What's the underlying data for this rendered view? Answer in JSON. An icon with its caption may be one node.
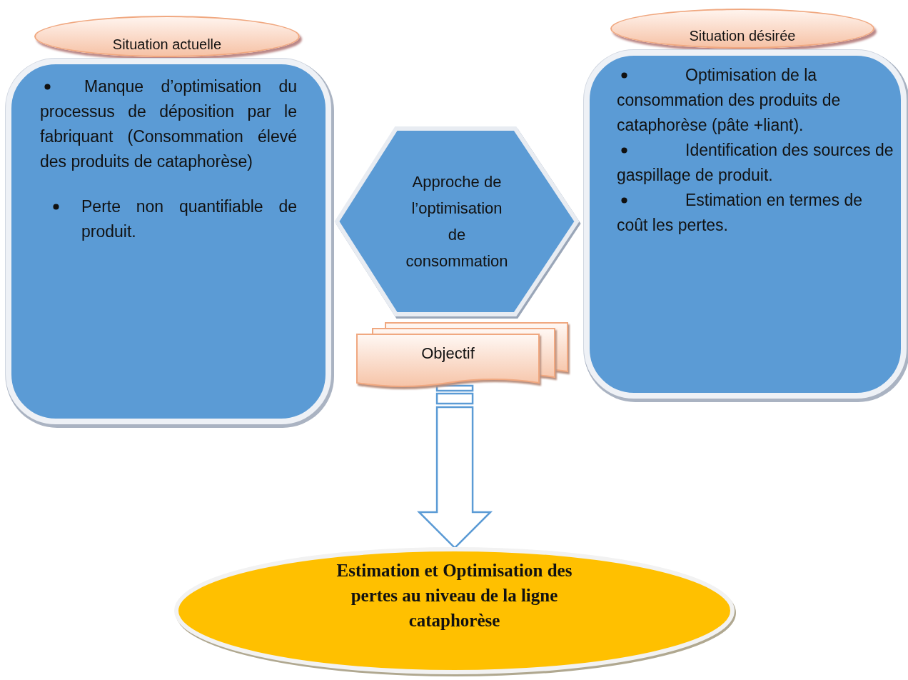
{
  "diagram": {
    "nodes": [
      {
        "text": [
          "Situation actuelle"
        ]
      },
      {
        "text": [
          "Manque d’optimisation du processus de déposition par le fabriquant (Consommation élevé des produits de cataphorèse)",
          "Perte non quantifiable de produit."
        ]
      },
      {
        "text": [
          "Situation désirée"
        ]
      },
      {
        "text": [
          "Optimisation de la consommation des produits de cataphorèse (pâte +liant).",
          "Identification des sources de gaspillage de produit.",
          "Estimation en termes de coût les pertes."
        ]
      },
      {
        "text": [
          "Approche de l’optimisation de consommation"
        ]
      },
      {
        "text": [
          "Objectif"
        ]
      },
      {
        "text": [
          "Estimation et Optimisation des pertes au niveau de la ligne cataphorèse"
        ]
      }
    ],
    "edges": [
      {
        "from": 5,
        "to": 6,
        "arrow": "to"
      }
    ]
  }
}
